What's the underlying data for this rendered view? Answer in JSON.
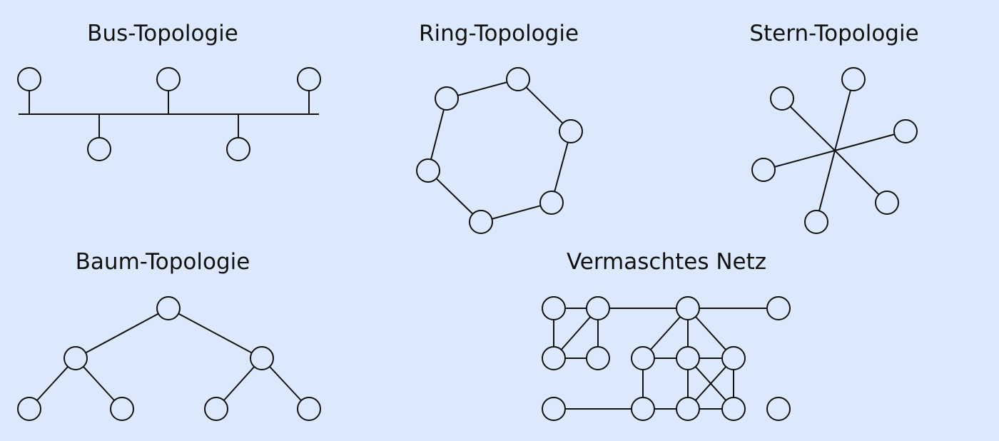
{
  "diagrams": {
    "bus": {
      "title": "Bus-Topologie"
    },
    "ring": {
      "title": "Ring-Topologie"
    },
    "star": {
      "title": "Stern-Topologie"
    },
    "tree": {
      "title": "Baum-Topologie"
    },
    "mesh": {
      "title": "Vermaschtes Netz"
    }
  },
  "colors": {
    "background": "#dce9fc",
    "line": "#111111"
  }
}
